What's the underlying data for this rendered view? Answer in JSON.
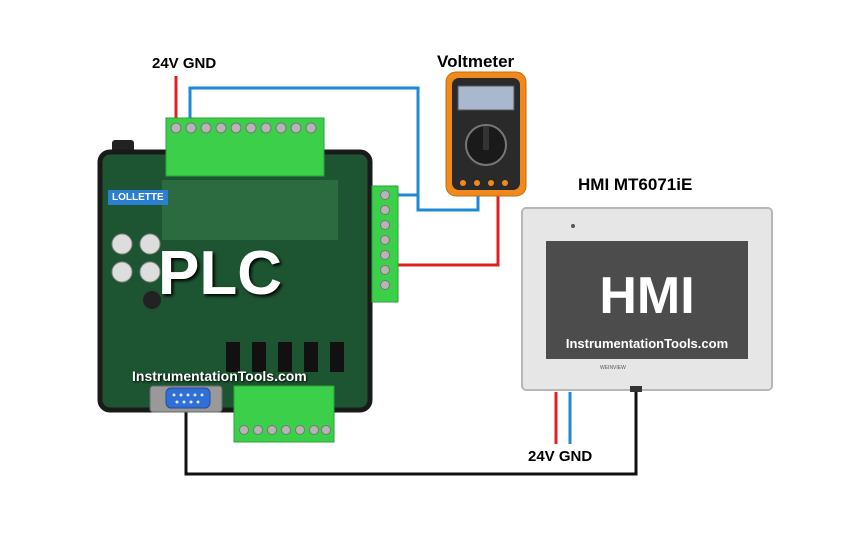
{
  "labels": {
    "top_supply": "24V GND",
    "voltmeter": "Voltmeter",
    "hmi_model": "HMI MT6071iE",
    "hmi_supply": "24V GND",
    "plc": "PLC",
    "plc_brand": "LOLLETTE",
    "plc_watermark": "InstrumentationTools.com",
    "hmi_screen": "HMI",
    "hmi_watermark": "InstrumentationTools.com",
    "hmi_brand": "WEINVIEW"
  },
  "colors": {
    "wire_24v": "#e02020",
    "wire_gnd": "#1e8ad6",
    "wire_comm": "#111111",
    "terminal_green": "#3cd04a",
    "pcb_green": "#1e5a33",
    "meter_orange": "#f08a1c",
    "db9_blue": "#2f6fd6"
  },
  "icons": [
    "plc-module",
    "digital-multimeter",
    "hmi-touch-panel",
    "db9-serial-connector",
    "terminal-block"
  ]
}
